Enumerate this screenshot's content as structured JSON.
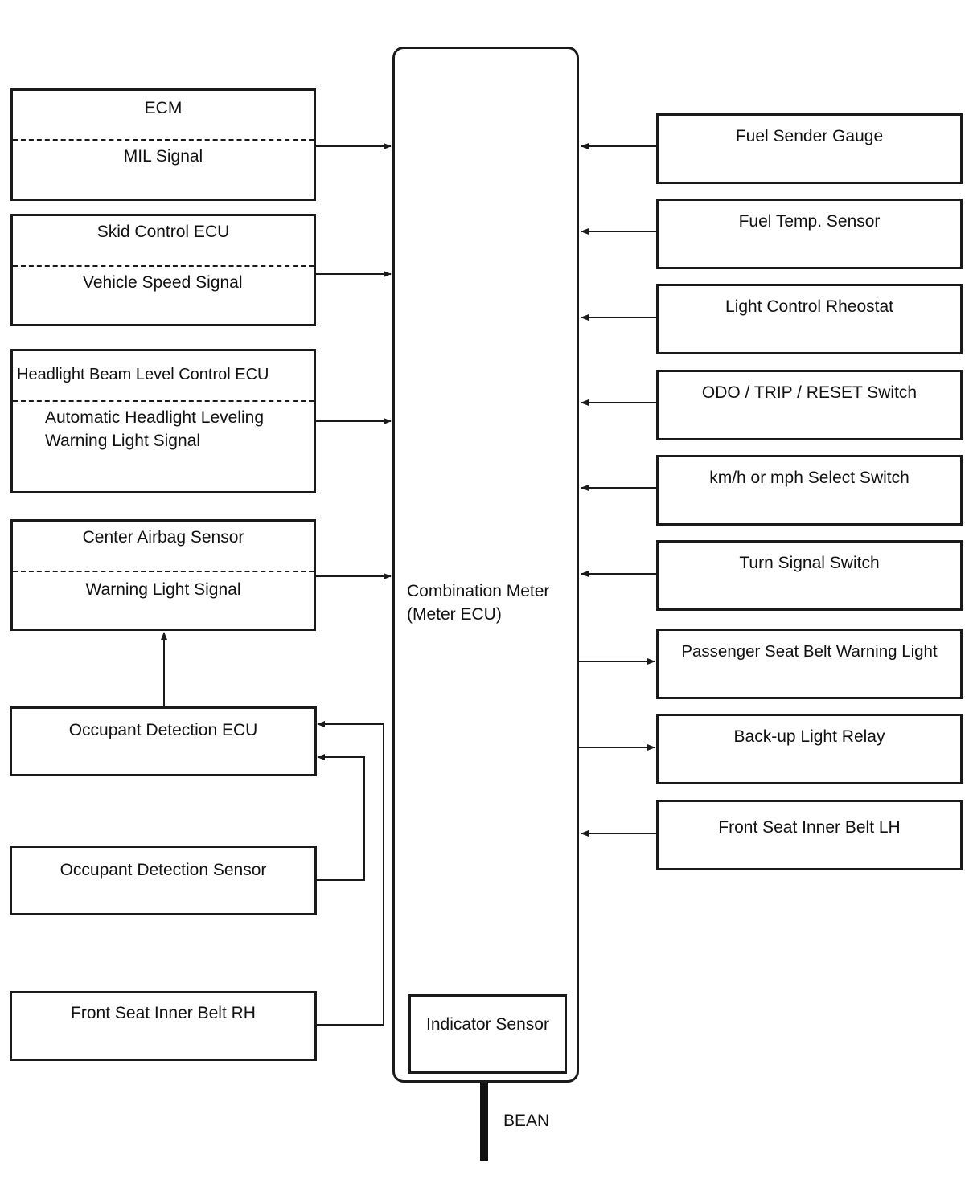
{
  "center": {
    "title_line1": "Combination Meter",
    "title_line2": "(Meter ECU)",
    "indicator": "Indicator Sensor",
    "bus": "BEAN"
  },
  "left": {
    "ecm": {
      "top": "ECM",
      "bottom": "MIL Signal"
    },
    "skid": {
      "top": "Skid Control ECU",
      "bottom": "Vehicle Speed Signal"
    },
    "headlight": {
      "top": "Headlight Beam Level Control ECU",
      "bottom_line1": "Automatic Headlight Leveling",
      "bottom_line2": "Warning Light Signal"
    },
    "airbag": {
      "top": "Center Airbag Sensor",
      "bottom": "Warning Light Signal"
    },
    "occupant_ecu": "Occupant Detection ECU",
    "occupant_sensor": "Occupant Detection Sensor",
    "belt_rh": "Front Seat Inner Belt RH"
  },
  "right": [
    "Fuel Sender Gauge",
    "Fuel Temp. Sensor",
    "Light Control Rheostat",
    "ODO / TRIP / RESET Switch",
    "km/h or mph Select Switch",
    "Turn Signal Switch",
    "Passenger Seat Belt Warning Light",
    "Back-up Light Relay",
    "Front Seat Inner Belt LH"
  ]
}
